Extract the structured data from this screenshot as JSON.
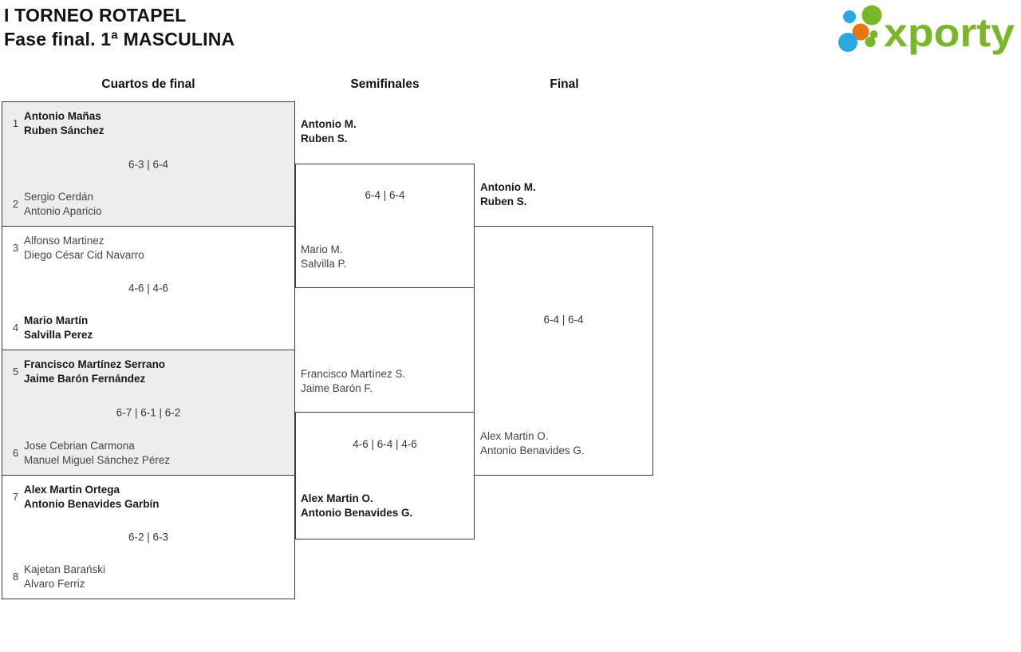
{
  "header": {
    "title_line1": "I TORNEO ROTAPEL",
    "title_line2": "Fase final. 1ª MASCULINA",
    "logo_text": "xporty"
  },
  "columns": [
    "Cuartos de final",
    "Semifinales",
    "Final"
  ],
  "colors": {
    "logo_green": "#7ab629",
    "logo_blue": "#2aa9e0",
    "logo_orange": "#e8760e",
    "block_gray": "#ededed",
    "border": "#3c3c3c"
  },
  "quarterfinals": {
    "matches": [
      {
        "seed_top": "1",
        "top": {
          "p1": "Antonio Mañas",
          "p2": "Ruben Sánchez",
          "winner": true
        },
        "score": "6-3 | 6-4",
        "seed_bottom": "2",
        "bottom": {
          "p1": "Sergio Cerdán",
          "p2": "Antonio Aparicio",
          "winner": false
        }
      },
      {
        "seed_top": "3",
        "top": {
          "p1": "Alfonso Martinez",
          "p2": "Diego César Cid Navarro",
          "winner": false
        },
        "score": "4-6 | 4-6",
        "seed_bottom": "4",
        "bottom": {
          "p1": "Mario Martín",
          "p2": "Salvilla Perez",
          "winner": true
        }
      },
      {
        "seed_top": "5",
        "top": {
          "p1": "Francisco Martínez Serrano",
          "p2": "Jaime Barón Fernández",
          "winner": true
        },
        "score": "6-7 | 6-1 | 6-2",
        "seed_bottom": "6",
        "bottom": {
          "p1": "Jose Cebrian Carmona",
          "p2": "Manuel Miguel Sánchez Pérez",
          "winner": false
        }
      },
      {
        "seed_top": "7",
        "top": {
          "p1": "Alex Martin Ortega",
          "p2": "Antonio Benavides Garbín",
          "winner": true
        },
        "score": "6-2 | 6-3",
        "seed_bottom": "8",
        "bottom": {
          "p1": "Kajetan Barański",
          "p2": "Alvaro Ferriz",
          "winner": false
        }
      }
    ]
  },
  "semifinals": {
    "matches": [
      {
        "top": {
          "p1": "Antonio M.",
          "p2": "Ruben S.",
          "winner": true
        },
        "score": "6-4 | 6-4",
        "bottom": {
          "p1": "Mario M.",
          "p2": "Salvilla P.",
          "winner": false
        }
      },
      {
        "top": {
          "p1": "Francisco Martínez S.",
          "p2": "Jaime Barón F.",
          "winner": false
        },
        "score": "4-6 | 6-4 | 4-6",
        "bottom": {
          "p1": "Alex Martin O.",
          "p2": "Antonio Benavides G.",
          "winner": true
        }
      }
    ]
  },
  "final": {
    "match": {
      "top": {
        "p1": "Antonio M.",
        "p2": "Ruben S.",
        "winner": true
      },
      "score": "6-4 | 6-4",
      "bottom": {
        "p1": "Alex Martin O.",
        "p2": "Antonio Benavides G.",
        "winner": false
      }
    }
  }
}
